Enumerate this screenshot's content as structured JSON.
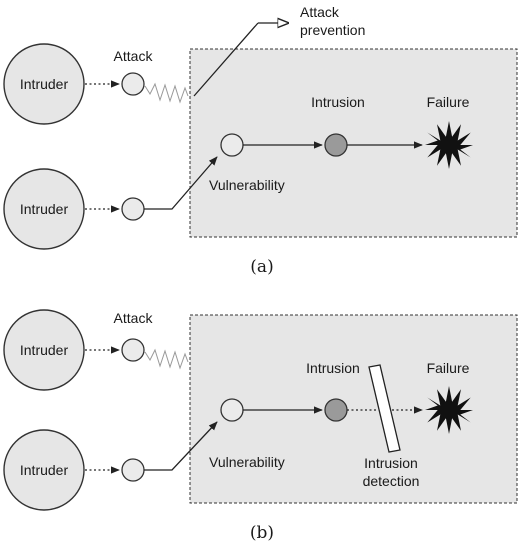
{
  "colors": {
    "system": "#e6e6e6",
    "intrusion_node": "#9a9a9a",
    "node": "#ebebeb",
    "failure": "#111111"
  },
  "diagram_a": {
    "caption": "(a)",
    "intruder_top": "Intruder",
    "intruder_bottom": "Intruder",
    "attack": "Attack",
    "attack_prevention_line1": "Attack",
    "attack_prevention_line2": "prevention",
    "intrusion": "Intrusion",
    "failure": "Failure",
    "vulnerability": "Vulnerability"
  },
  "diagram_b": {
    "caption": "(b)",
    "intruder_top": "Intruder",
    "intruder_bottom": "Intruder",
    "attack": "Attack",
    "intrusion": "Intrusion",
    "failure": "Failure",
    "vulnerability": "Vulnerability",
    "intrusion_detection_line1": "Intrusion",
    "intrusion_detection_line2": "detection"
  }
}
